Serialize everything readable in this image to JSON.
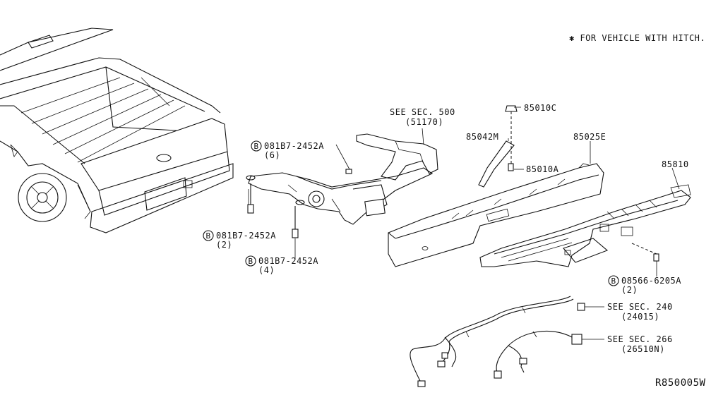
{
  "note": "✱ FOR VEHICLE WITH HITCH.",
  "diagram_id": "R850005W",
  "bolt_symbol": "B",
  "labels": {
    "see_sec_500": "SEE SEC. 500",
    "part_51170": "(51170)",
    "bolt_top": "081B7-2452A",
    "qty_top": "(6)",
    "bolt_left": "081B7-2452A",
    "qty_left": "(2)",
    "bolt_bottom": "081B7-2452A",
    "qty_bottom": "(4)",
    "part_85010C": "85010C",
    "part_85042M": "85042M",
    "part_85010A": "85010A",
    "part_85025E": "85025E",
    "part_85810": "85810",
    "bolt_right": "08566-6205A",
    "qty_right": "(2)",
    "see_sec_240": "SEE SEC. 240",
    "part_24015": "(24015)",
    "see_sec_266": "SEE SEC. 266",
    "part_26510N": "(26510N)"
  }
}
